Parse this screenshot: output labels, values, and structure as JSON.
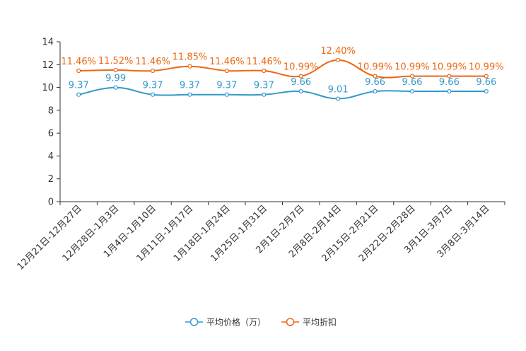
{
  "chart_data": {
    "type": "line",
    "categories": [
      "12月21日-12月27日",
      "12月28日-1月3日",
      "1月4日-1月10日",
      "1月11日-1月17日",
      "1月18日-1月24日",
      "1月25日-1月31日",
      "2月1日-2月7日",
      "2月8日-2月14日",
      "2月15日-2月21日",
      "2月22日-2月28日",
      "3月1日-3月7日",
      "3月8日-3月14日"
    ],
    "series": [
      {
        "name": "平均价格（万）",
        "color": "#3399cc",
        "values": [
          9.37,
          9.99,
          9.37,
          9.37,
          9.37,
          9.37,
          9.66,
          9.01,
          9.66,
          9.66,
          9.66,
          9.66
        ],
        "labels": [
          "9.37",
          "9.99",
          "9.37",
          "9.37",
          "9.37",
          "9.37",
          "9.66",
          "9.01",
          "9.66",
          "9.66",
          "9.66",
          "9.66"
        ]
      },
      {
        "name": "平均折扣",
        "color": "#ee6611",
        "values": [
          11.46,
          11.52,
          11.46,
          11.85,
          11.46,
          11.46,
          10.99,
          12.4,
          10.99,
          10.99,
          10.99,
          10.99
        ],
        "labels": [
          "11.46%",
          "11.52%",
          "11.46%",
          "11.85%",
          "11.46%",
          "11.46%",
          "10.99%",
          "12.40%",
          "10.99%",
          "10.99%",
          "10.99%",
          "10.99%"
        ]
      }
    ],
    "yticks": [
      "0",
      "2",
      "4",
      "6",
      "8",
      "10",
      "12",
      "14"
    ],
    "ylim": [
      0,
      14
    ],
    "legend_position": "bottom-center",
    "grid": false,
    "smooth": true
  }
}
